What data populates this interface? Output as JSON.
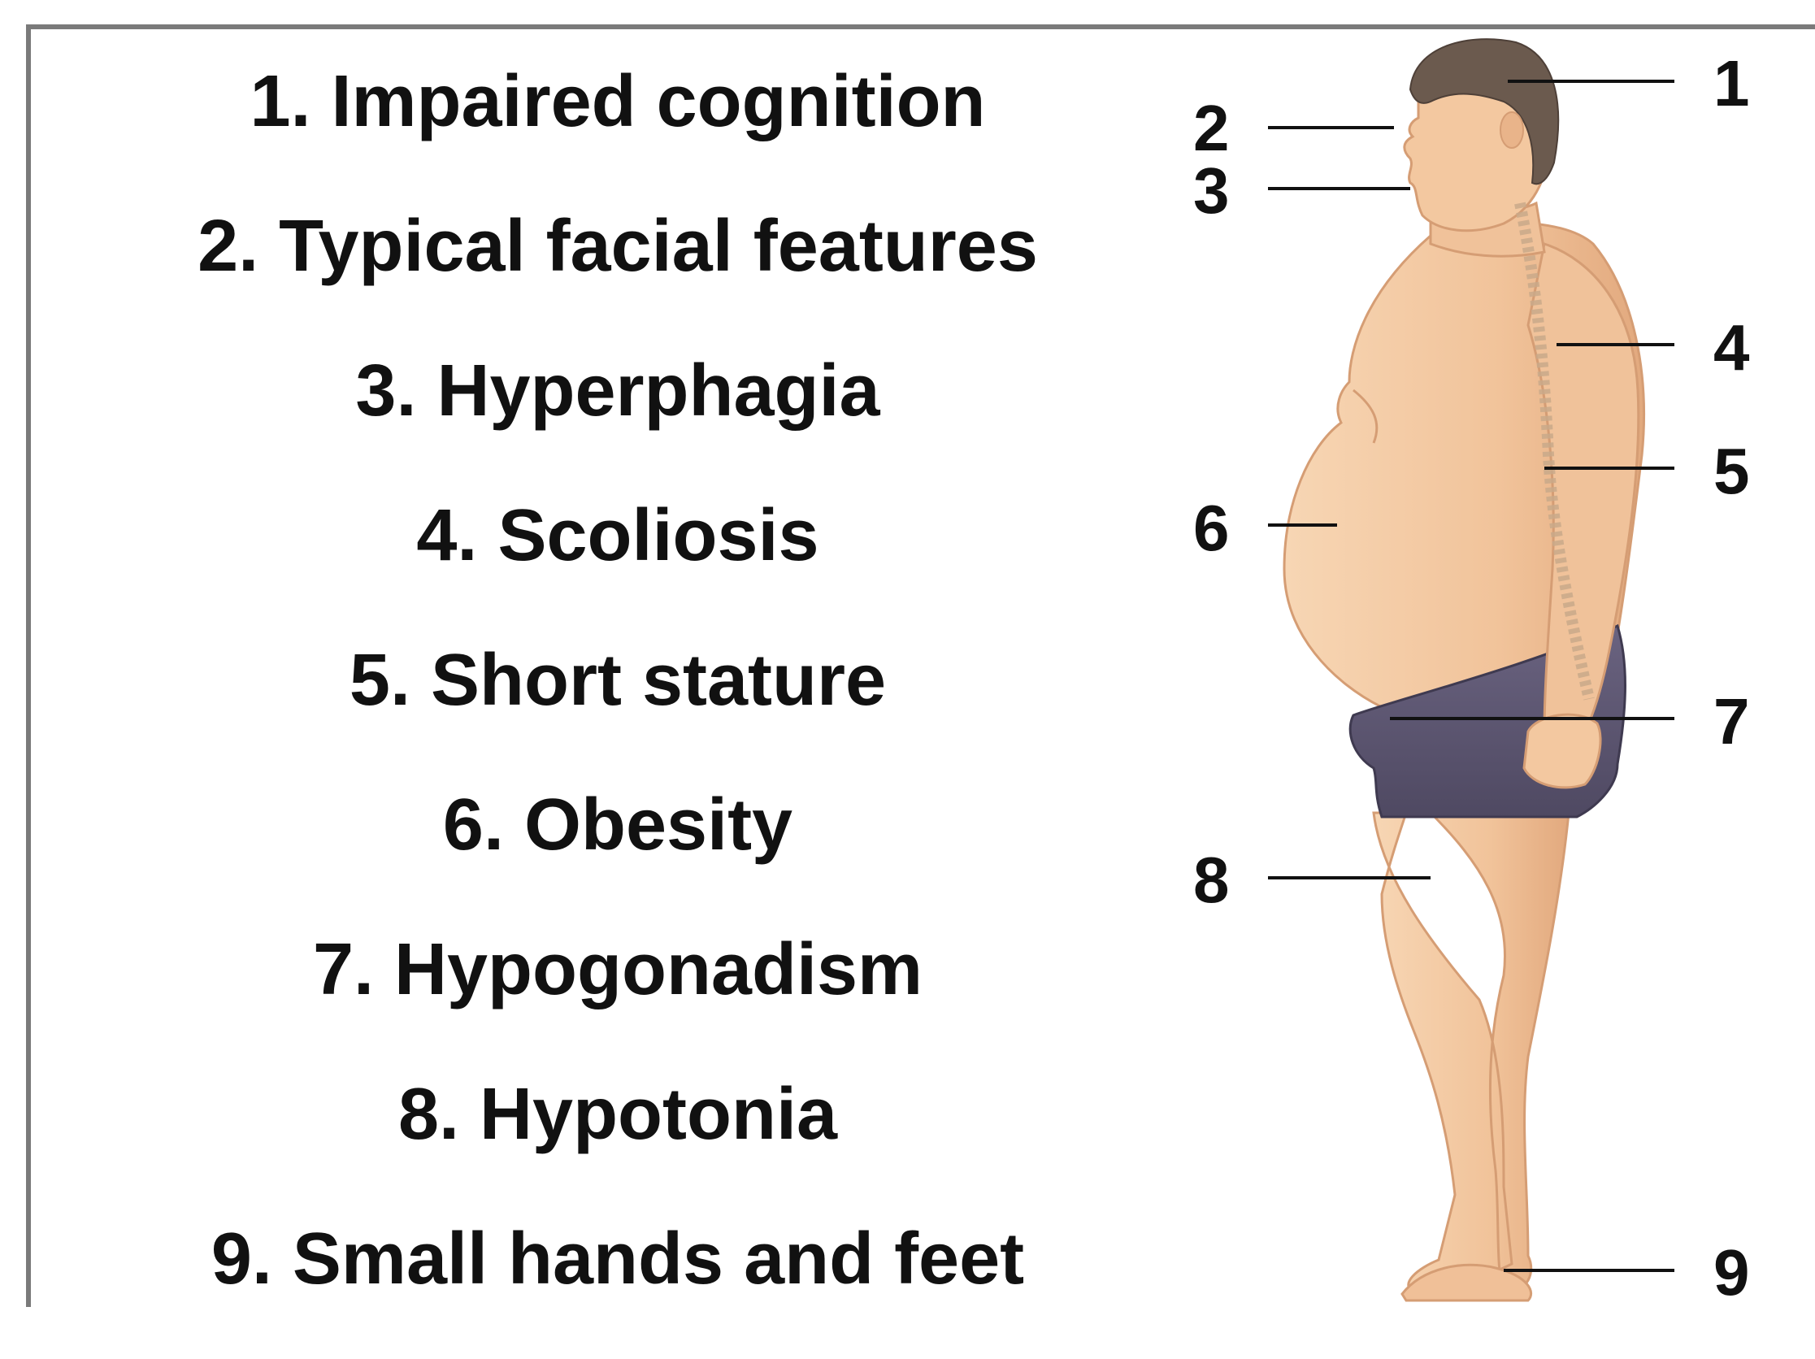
{
  "features": [
    {
      "text": "1. Impaired cognition"
    },
    {
      "text": "2. Typical facial features"
    },
    {
      "text": "3. Hyperphagia"
    },
    {
      "text": "4. Scoliosis"
    },
    {
      "text": "5. Short stature"
    },
    {
      "text": "6. Obesity"
    },
    {
      "text": "7. Hypogonadism"
    },
    {
      "text": "8. Hypotonia"
    },
    {
      "text": "9. Small hands and feet"
    }
  ],
  "callouts": [
    "1",
    "2",
    "3",
    "4",
    "5",
    "6",
    "7",
    "8",
    "9"
  ],
  "colors": {
    "skin": "#f3c8a0",
    "skin_shade": "#e0a87c",
    "hair": "#6b5a4e",
    "shorts": "#5e5773",
    "border": "#7a7a7a",
    "text": "#111111"
  }
}
